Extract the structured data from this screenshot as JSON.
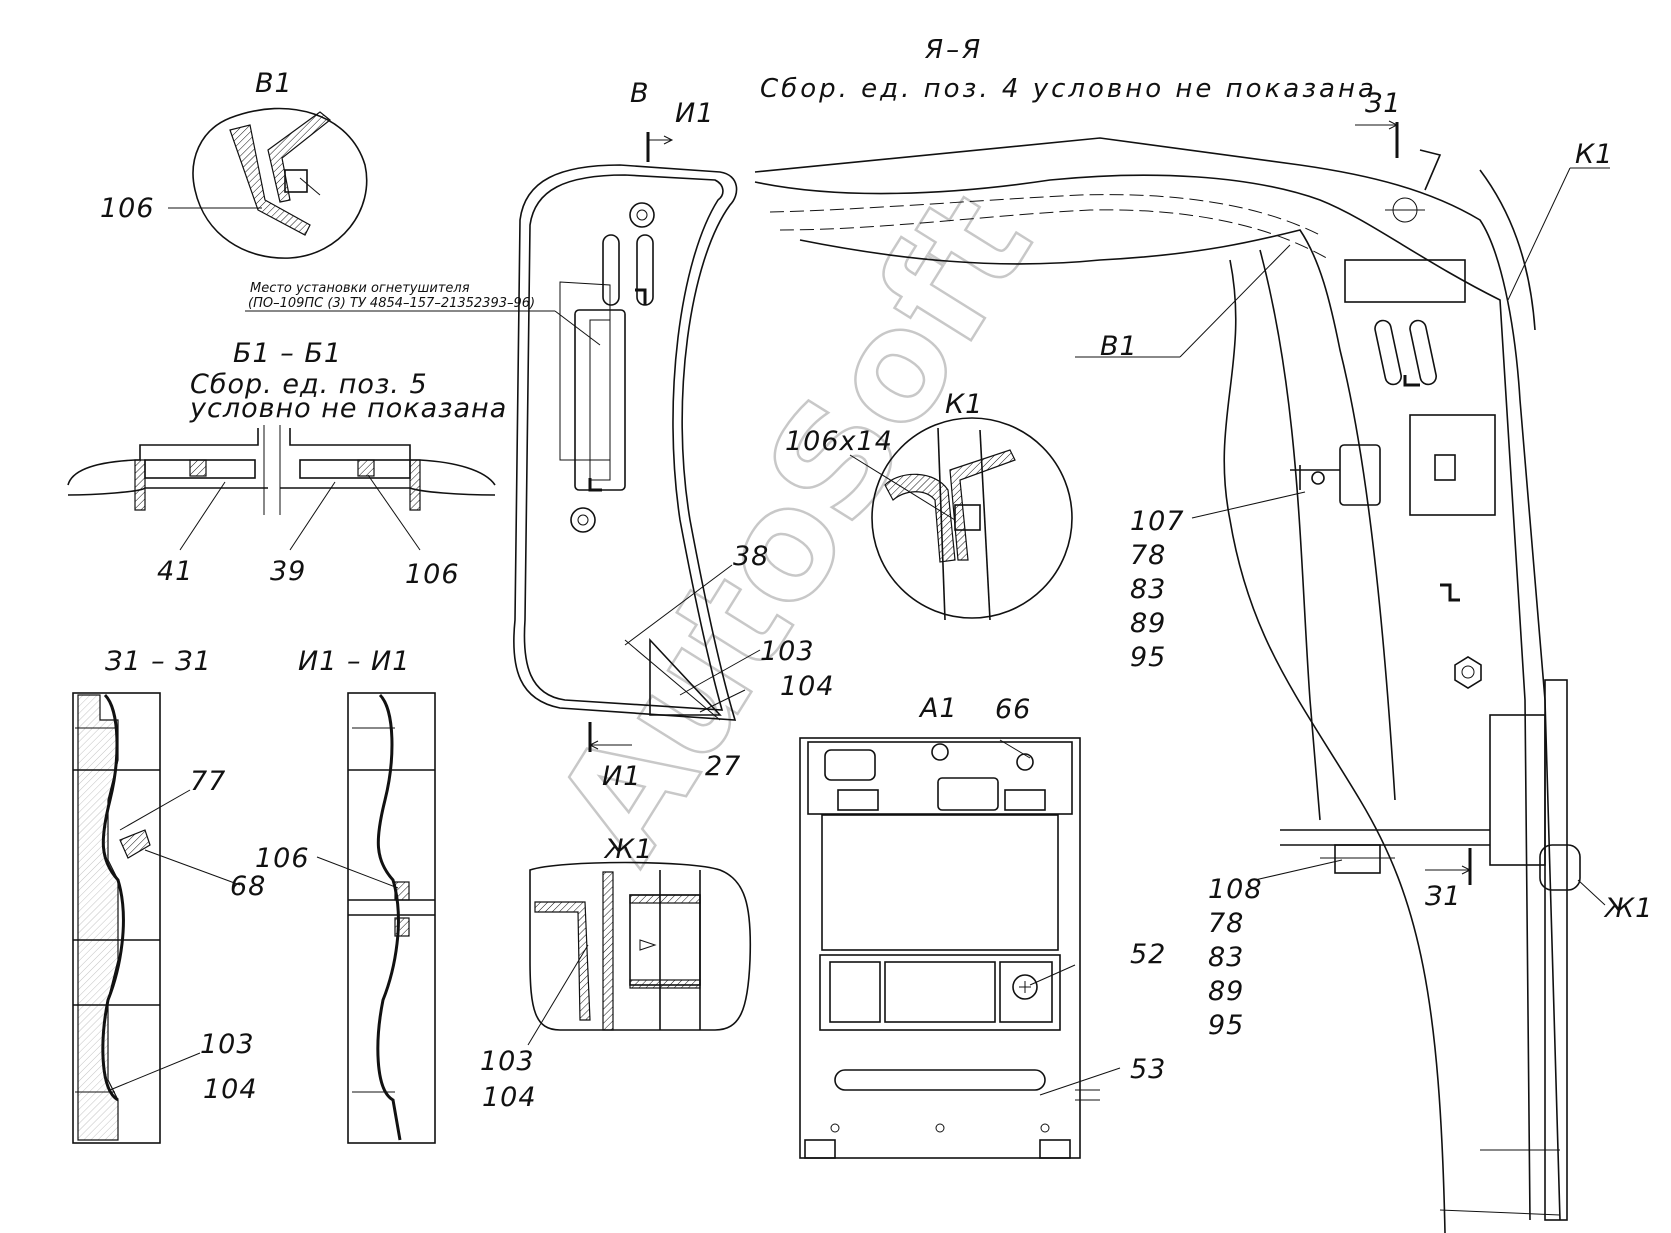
{
  "section_ya": {
    "title": "Я–Я",
    "note": "Сбор. ед. поз. 4 условно не показана"
  },
  "view_v": {
    "label": "В"
  },
  "cut_i1": {
    "label": "И1"
  },
  "detail_v1": {
    "label": "В1",
    "callouts": [
      "106"
    ],
    "leader_label": "В1"
  },
  "extinguisher_note": {
    "line1": "Место установки огнетушителя",
    "line2": "(ПО–109ПС (3)  ТУ 4854–157–21352393–96)"
  },
  "section_b1": {
    "title": "Б1 – Б1",
    "note_line1": "Сбор. ед. поз. 5",
    "note_line2": "условно не показана",
    "callouts": [
      "41",
      "39",
      "106"
    ]
  },
  "section_z1": {
    "title": "З1 – З1",
    "callouts": [
      "77",
      "68",
      "103",
      "104"
    ]
  },
  "section_i1": {
    "title": "И1 – И1",
    "callouts": [
      "106"
    ]
  },
  "detail_zh1": {
    "label": "Ж1",
    "callouts": [
      "103",
      "104"
    ],
    "leader_label": "Ж1"
  },
  "view_b_callouts": [
    "38",
    "103",
    "104",
    "27"
  ],
  "detail_k1": {
    "label": "К1",
    "callouts": [
      "106х14"
    ],
    "leader_label": "К1"
  },
  "view_a1": {
    "label": "А1",
    "callouts": [
      "66",
      "52",
      "53"
    ]
  },
  "cut_z1": {
    "label": "З1"
  },
  "stack_107": [
    "107",
    "78",
    "83",
    "89",
    "95"
  ],
  "stack_108": [
    "108",
    "78",
    "83",
    "89",
    "95"
  ],
  "watermark": "AutoSoft"
}
